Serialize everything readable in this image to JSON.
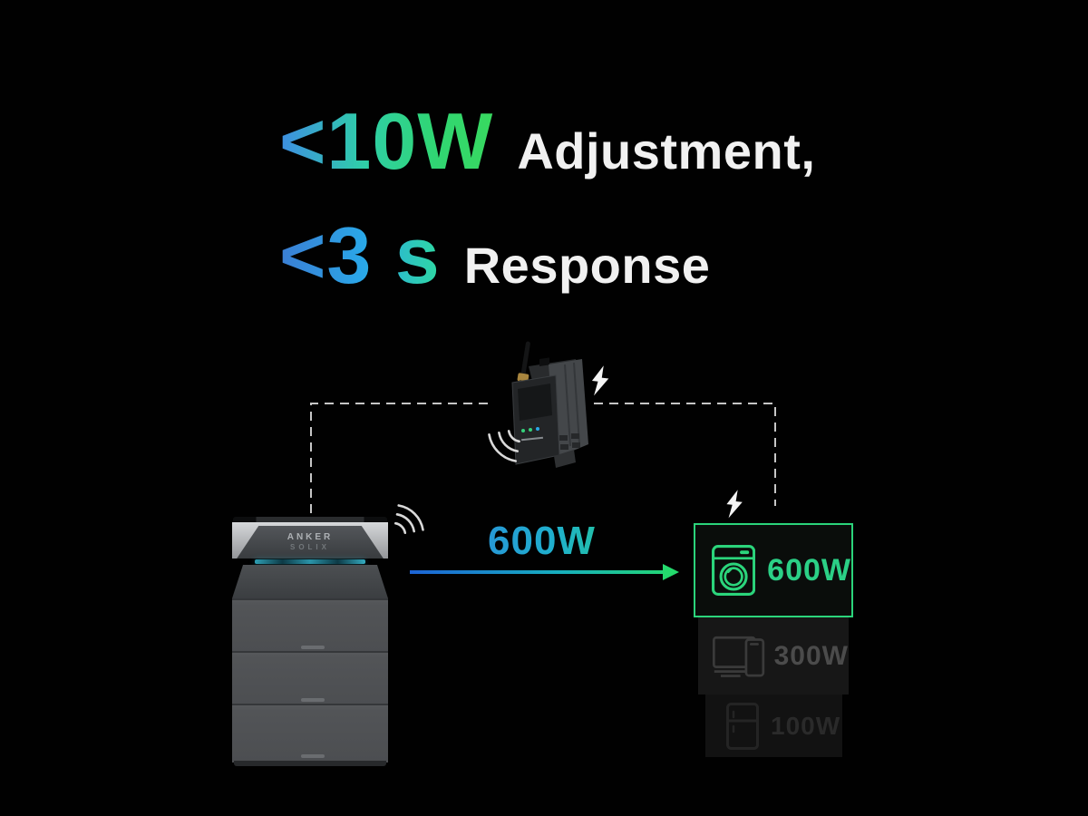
{
  "headline": {
    "line1_highlight": "<10W",
    "line1_rest": "Adjustment,",
    "line2_highlight": "<3 s",
    "line2_rest": "Response"
  },
  "flow": {
    "power_label": "600W"
  },
  "battery": {
    "brand_line1": "ANKER",
    "brand_line2": "SOLIX"
  },
  "appliances": [
    {
      "icon": "washing-machine-icon",
      "power": "600W",
      "active": true
    },
    {
      "icon": "monitor-and-phone-icon",
      "power": "300W",
      "active": false
    },
    {
      "icon": "refrigerator-icon",
      "power": "100W",
      "active": false
    }
  ],
  "icons": {
    "lightning_bolt": "⚡ white filled bolt (2 instances)",
    "wifi_signal": "three concentric arcs (meter and battery)",
    "flow_arrow": "blue-to-green gradient arrow"
  },
  "colors": {
    "background": "#010101",
    "accent_green": "#2bd47b",
    "accent_blue": "#2e8fe0",
    "dim_label_300w": "#4b4b4b",
    "dim_label_100w": "#2a2a2a",
    "dash_line": "#c6c6c6"
  }
}
